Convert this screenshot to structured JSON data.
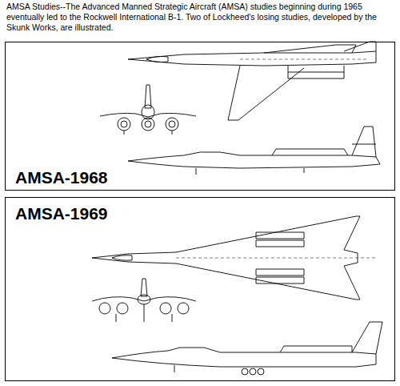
{
  "diagram": {
    "caption": "AMSA Studies--The Advanced Manned Strategic Aircraft (AMSA) studies beginning during 1965 eventually led to the Rockwell International B-1. Two of Lockheed's losing studies, developed by the Skunk Works, are illustrated.",
    "nodes": [
      {
        "text": [
          "AMSA-1968"
        ]
      },
      {
        "text": [
          "AMSA-1969"
        ]
      }
    ]
  }
}
